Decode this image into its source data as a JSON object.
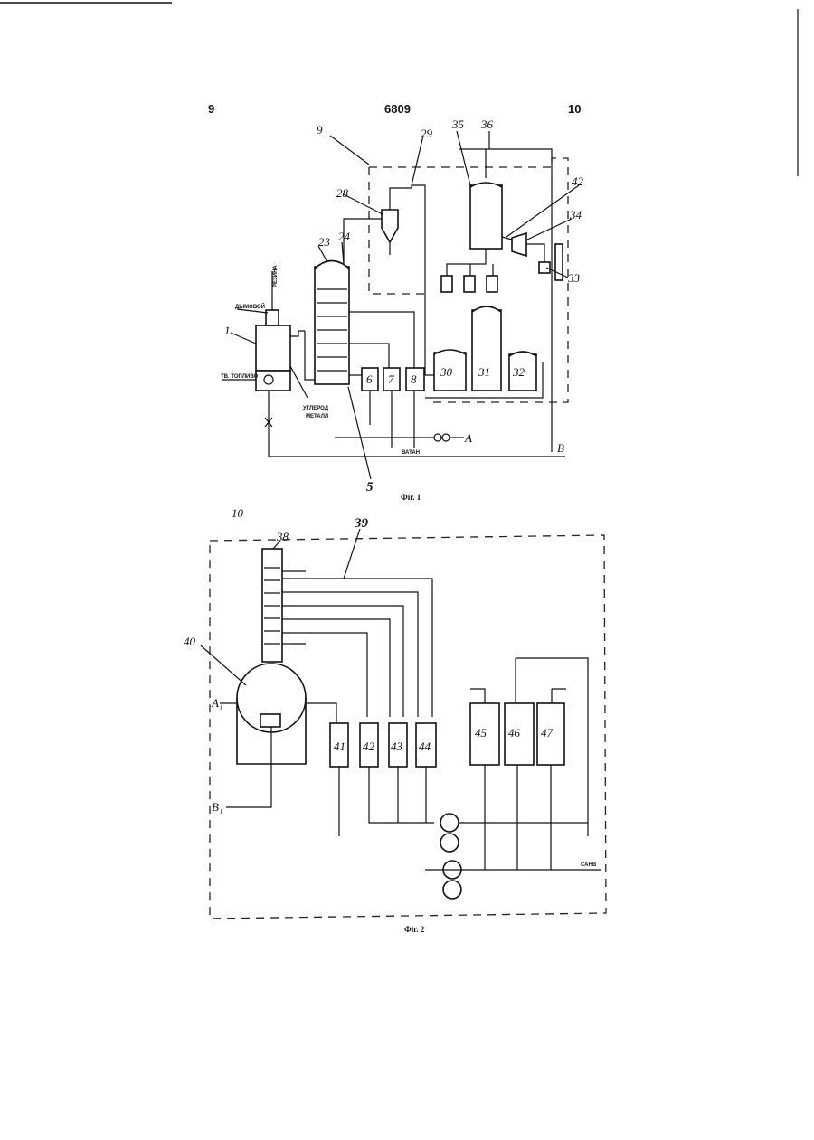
{
  "header": {
    "left_page": "9",
    "center_number": "6809",
    "right_page": "10"
  },
  "fig1": {
    "caption": "Фіг. 1",
    "labels": {
      "n1": "1",
      "n5": "5",
      "n6": "6",
      "n7": "7",
      "n8": "8",
      "n9": "9",
      "n23": "23",
      "n24": "24",
      "n28": "28",
      "n29": "29",
      "n30": "30",
      "n31": "31",
      "n32": "32",
      "n33": "33",
      "n34": "34",
      "n35": "35",
      "n36": "36",
      "n42": "42"
    },
    "notes": {
      "rubber": "РЕЗИНА",
      "air": "ДЫМОВОЙ",
      "fuel": "ТВ. ТОПЛИВО",
      "carbon": "УГЛЕРОД",
      "metal": "МЕТАЛЛ",
      "water": "ВАТАН",
      "out_a": "A",
      "out_b": "B"
    }
  },
  "fig2": {
    "caption": "Фіг. 2",
    "labels": {
      "n10": "10",
      "n38": "38",
      "n39": "39",
      "n40": "40",
      "n41": "41",
      "n42": "42",
      "n43": "43",
      "n44": "44",
      "n45": "45",
      "n46": "46",
      "n47": "47",
      "in_a": "A₁",
      "in_b": "B₁",
      "out": "САНВ"
    }
  }
}
